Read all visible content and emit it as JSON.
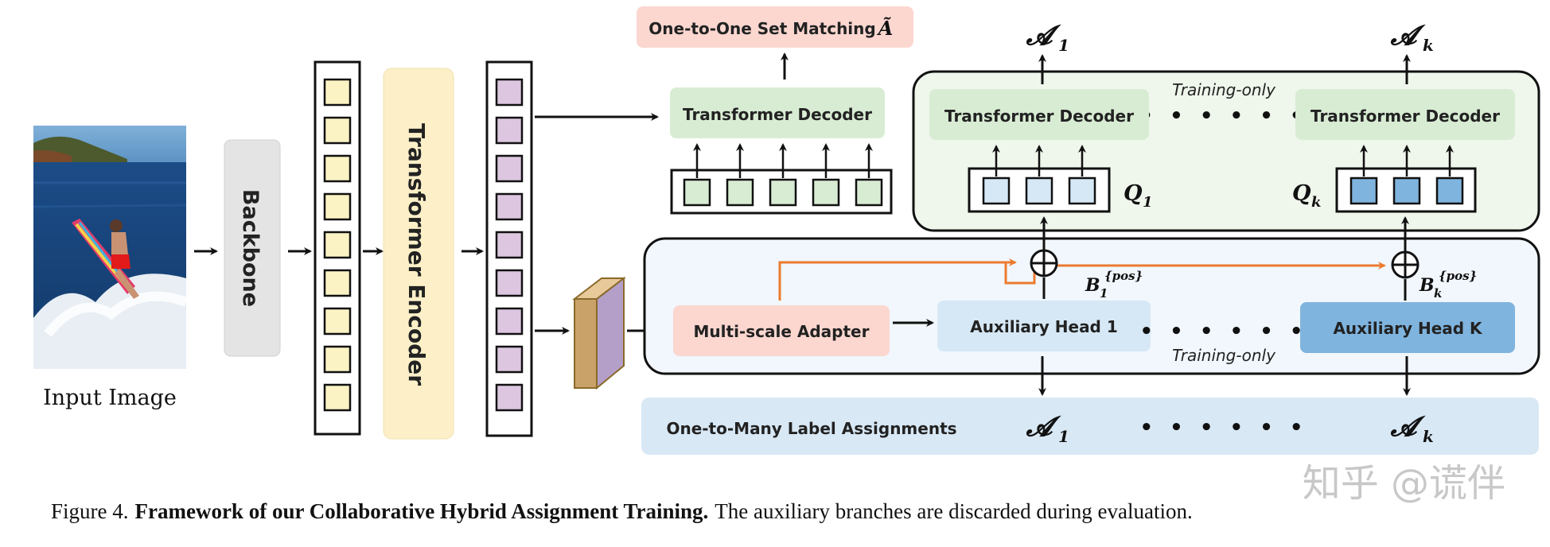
{
  "diagram": {
    "input_image_label": "Input Image",
    "backbone_label": "Backbone",
    "encoder_label": "Transformer Encoder",
    "one_to_one_label": "One-to-One Set Matching",
    "one_to_one_symbol": "Ã",
    "decoder_main_label": "Transformer Decoder",
    "decoder_1_label": "Transformer Decoder",
    "decoder_k_label": "Transformer Decoder",
    "training_only_top": "Training-only",
    "training_only_bottom": "Training-only",
    "ellipsis": "• • •  • • •",
    "a1_top": "𝓐",
    "a1_top_sub": "1",
    "ak_top": "𝓐",
    "ak_top_sub": "k",
    "q1": "Q",
    "q1_sub": "1",
    "qk": "Q",
    "qk_sub": "k",
    "b1": "B",
    "b1_sub": "1",
    "b1_sup": "{pos}",
    "bk": "B",
    "bk_sub": "k",
    "bk_sup": "{pos}",
    "adapter_label": "Multi-scale Adapter",
    "aux_head_1_label": "Auxiliary Head 1",
    "aux_head_k_label": "Auxiliary Head K",
    "one_to_many_label": "One-to-Many Label Assignments",
    "a1_bottom": "𝓐",
    "a1_bottom_sub": "1",
    "ak_bottom": "𝓐",
    "ak_bottom_sub": "k",
    "caption_prefix": "Figure 4.",
    "caption_bold": "Framework of our Collaborative Hybrid Assignment Training.",
    "caption_rest": "The auxiliary branches are discarded during evaluation.",
    "watermark": "知乎 @谎伴"
  },
  "colors": {
    "backbone_fill": "#e4e4e4",
    "encoder_fill": "#fdf0c8",
    "yellow_token": "#fbf3c4",
    "purple_token": "#dcc6e0",
    "green_box": "#d8ecd3",
    "blue_light": "#d6e8f5",
    "blue_dark": "#7fb4de",
    "pink_box": "#fbd7d0",
    "orange_line": "#ec7b2f",
    "group_top_fill": "#eff6ec",
    "group_bottom_fill": "#f1f7fc"
  }
}
